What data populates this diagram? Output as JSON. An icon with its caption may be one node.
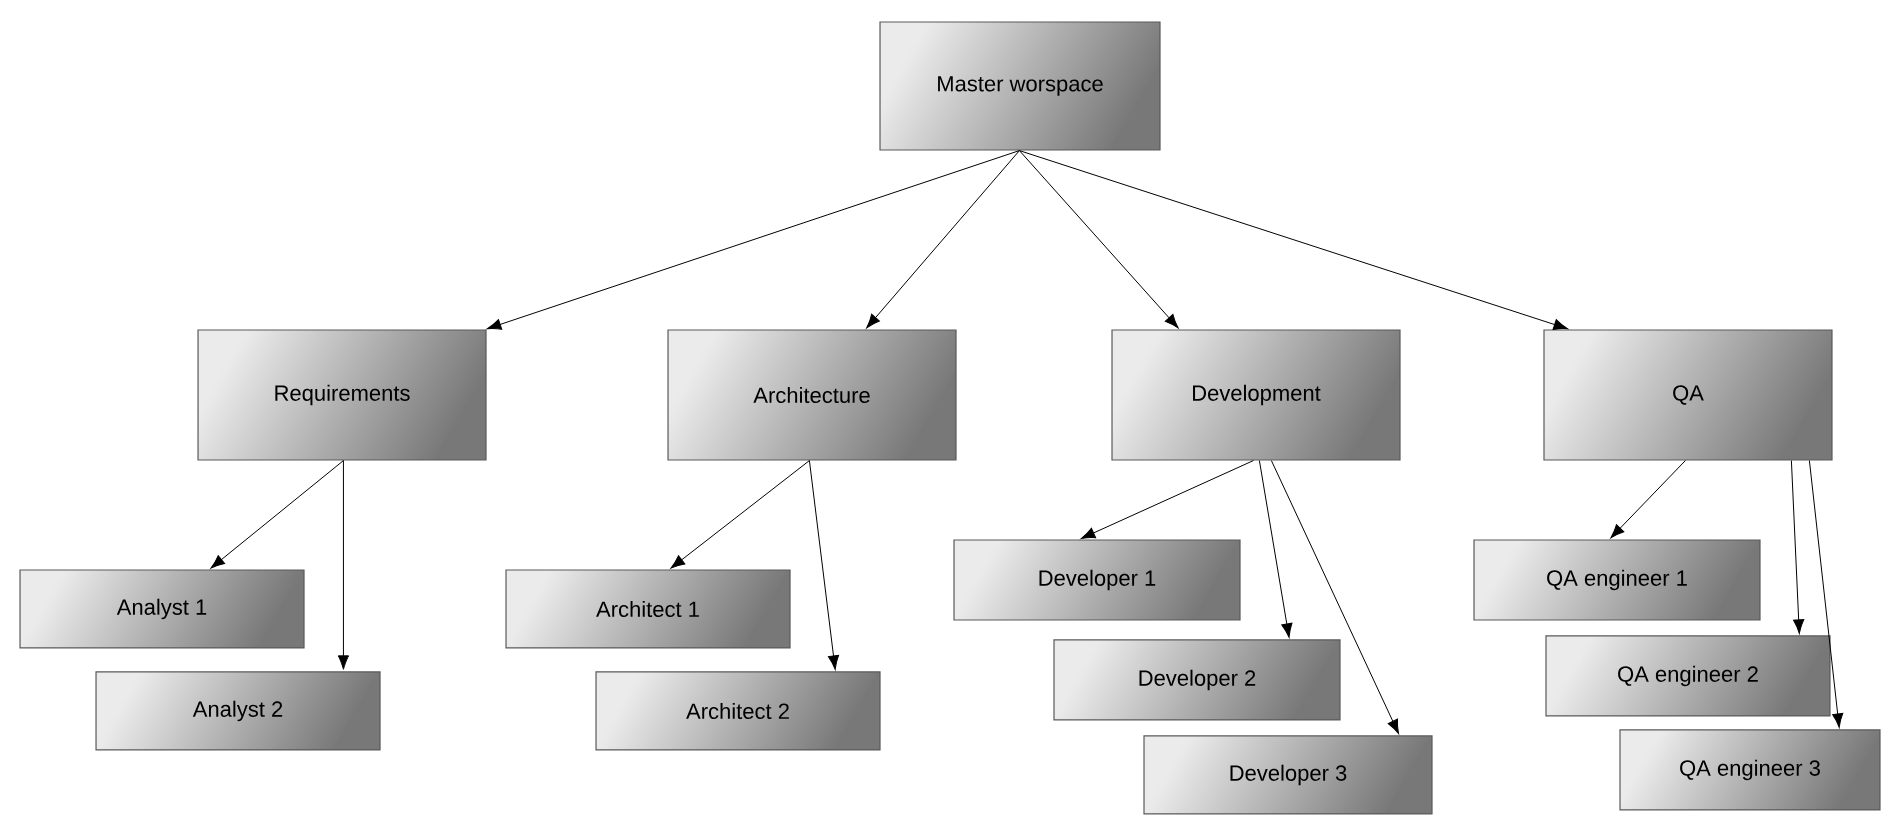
{
  "diagram": {
    "nodes": [
      {
        "text": [
          "Master worspace"
        ]
      },
      {
        "text": [
          "Requirements"
        ]
      },
      {
        "text": [
          "Architecture"
        ]
      },
      {
        "text": [
          "Development"
        ]
      },
      {
        "text": [
          "QA"
        ]
      },
      {
        "text": [
          "Analyst 1"
        ]
      },
      {
        "text": [
          "Analyst 2"
        ]
      },
      {
        "text": [
          "Architect 1"
        ]
      },
      {
        "text": [
          "Architect 2"
        ]
      },
      {
        "text": [
          "Developer 1"
        ]
      },
      {
        "text": [
          "Developer 2"
        ]
      },
      {
        "text": [
          "Developer 3"
        ]
      },
      {
        "text": [
          "QA engineer 1"
        ]
      },
      {
        "text": [
          "QA engineer 2"
        ]
      },
      {
        "text": [
          "QA engineer 3"
        ]
      }
    ],
    "edges": [
      {
        "from": 0,
        "to": 1,
        "arrow": "to"
      },
      {
        "from": 0,
        "to": 2,
        "arrow": "to"
      },
      {
        "from": 0,
        "to": 3,
        "arrow": "to"
      },
      {
        "from": 0,
        "to": 4,
        "arrow": "to"
      },
      {
        "from": 1,
        "to": 5,
        "arrow": "to"
      },
      {
        "from": 1,
        "to": 6,
        "arrow": "to"
      },
      {
        "from": 2,
        "to": 7,
        "arrow": "to"
      },
      {
        "from": 2,
        "to": 8,
        "arrow": "to"
      },
      {
        "from": 3,
        "to": 9,
        "arrow": "to"
      },
      {
        "from": 3,
        "to": 10,
        "arrow": "to"
      },
      {
        "from": 3,
        "to": 11,
        "arrow": "to"
      },
      {
        "from": 4,
        "to": 12,
        "arrow": "to"
      },
      {
        "from": 4,
        "to": 13,
        "arrow": "to"
      },
      {
        "from": 4,
        "to": 14,
        "arrow": "to"
      }
    ]
  }
}
